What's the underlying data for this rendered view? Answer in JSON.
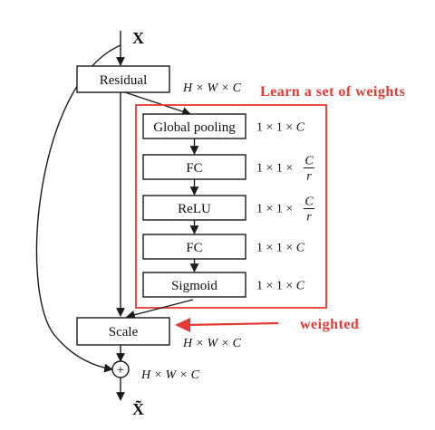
{
  "diagram": {
    "input_label": "X",
    "output_label": "X̃",
    "residual_label": "Residual",
    "scale_label": "Scale",
    "learn_label": "Learn a set of weights",
    "weighted_label": "weighted",
    "add_symbol": "+",
    "dims": {
      "after_residual": "H × W × C",
      "after_scale": "H × W × C",
      "after_add": "H × W × C"
    },
    "blocks": [
      {
        "label": "Global pooling",
        "dim_prefix": "1 × 1 × ",
        "dim_var": "C",
        "dim_den": ""
      },
      {
        "label": "FC",
        "dim_prefix": "1 × 1 × ",
        "dim_var": "C",
        "dim_den": "r"
      },
      {
        "label": "ReLU",
        "dim_prefix": "1 × 1 × ",
        "dim_var": "C",
        "dim_den": "r"
      },
      {
        "label": "FC",
        "dim_prefix": "1 × 1 × ",
        "dim_var": "C",
        "dim_den": ""
      },
      {
        "label": "Sigmoid",
        "dim_prefix": "1 × 1 × ",
        "dim_var": "C",
        "dim_den": ""
      }
    ],
    "colors": {
      "accent": "#e53935",
      "stroke": "#1a1a1a"
    }
  }
}
